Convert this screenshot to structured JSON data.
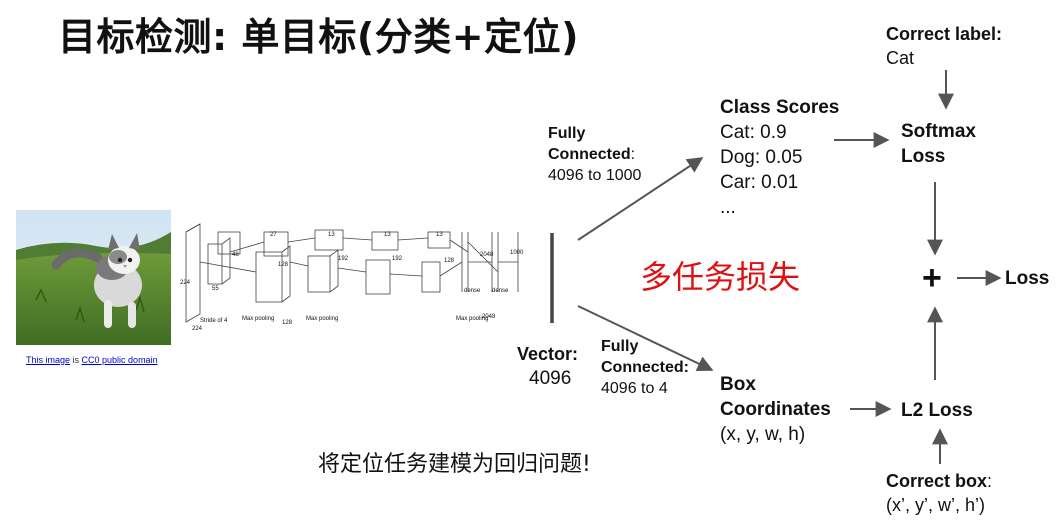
{
  "title": "目标检测: 单目标(分类+定位)",
  "image_credit": {
    "link1": "This image",
    "sep": " is ",
    "link2": "CC0 public domain"
  },
  "vector": {
    "label": "Vector:",
    "value": "4096"
  },
  "fc_top": {
    "line1": "Fully",
    "line2": "Connected",
    "colon": ":",
    "line3": "4096 to 1000"
  },
  "fc_bottom": {
    "line1": "Fully",
    "line2": "Connected:",
    "line3": "4096 to 4"
  },
  "class_scores": {
    "title": "Class Scores",
    "items": [
      "Cat: 0.9",
      "Dog: 0.05",
      "Car: 0.01",
      "..."
    ]
  },
  "correct_label": {
    "title": "Correct label:",
    "value": "Cat"
  },
  "softmax": {
    "line1": "Softmax",
    "line2": "Loss"
  },
  "plus": "+",
  "loss": "Loss",
  "multitask": "多任务损失",
  "box_coords": {
    "line1": "Box",
    "line2": "Coordinates",
    "line3": "(x, y, w, h)"
  },
  "l2": "L2 Loss",
  "correct_box": {
    "title": "Correct box",
    "colon": ":",
    "value": "(x’, y’, w’, h’)"
  },
  "note": "将定位任务建模为回归问题!",
  "net_labels": [
    "224",
    "224",
    "Stride of 4",
    "Max pooling",
    "Max pooling",
    "Max pooling",
    "128",
    "128",
    "192",
    "192",
    "128",
    "2048",
    "2048",
    "dense",
    "dense",
    "1000",
    "48",
    "55",
    "27",
    "13",
    "13",
    "13"
  ],
  "colors": {
    "arrow": "#555555",
    "accent": "#dd1111",
    "link": "#0000cc"
  }
}
